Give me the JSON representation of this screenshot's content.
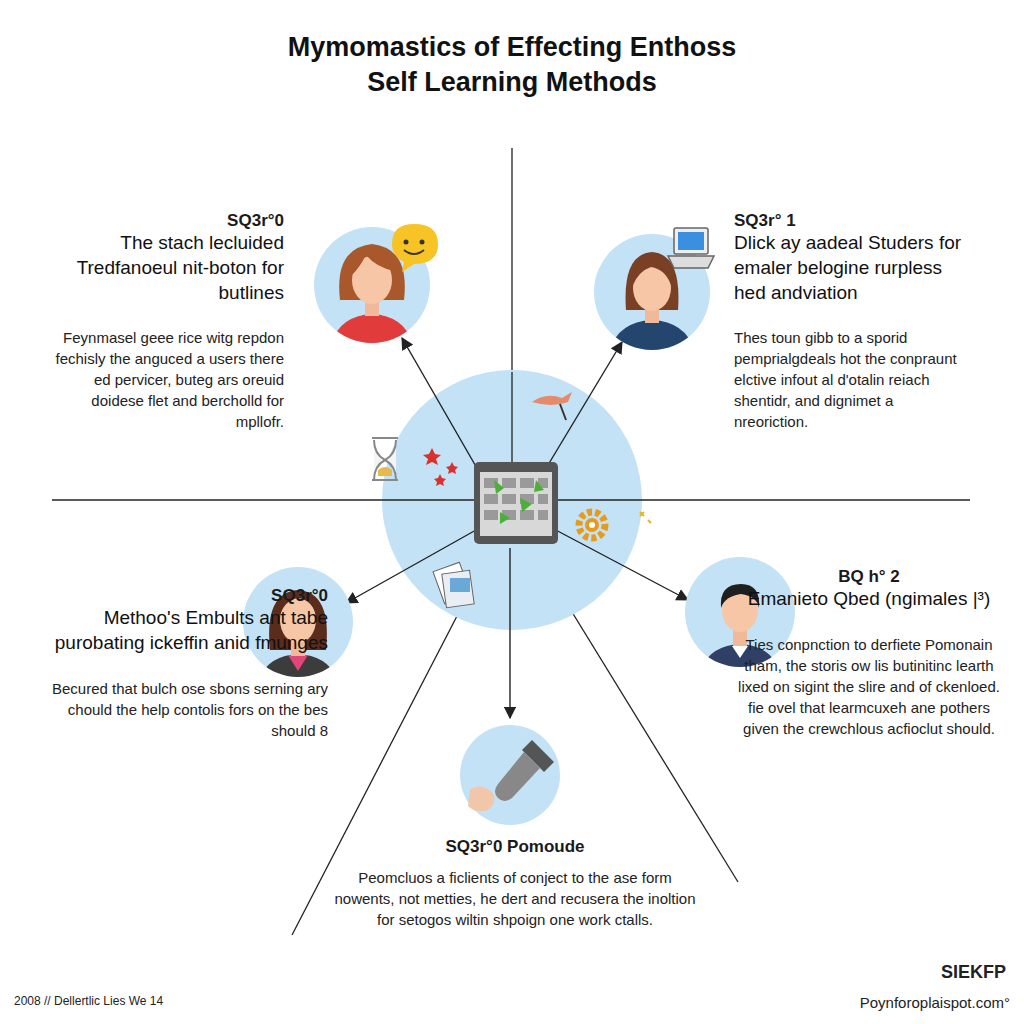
{
  "diagram": {
    "title": "Mymomastics of Effecting Enthoss Self Learning Methods",
    "nodes": [
      {
        "text": [
          "SQ3r°0",
          "The stach lecluided Tredfanoeul nit-boton for butlines",
          "Feynmasel geee rice witg repdon fechisly the anguced a users there ed pervicer, buteg ars oreuid doidese flet and bercholld for mpllofr."
        ]
      },
      {
        "text": [
          "SQ3r° 1",
          "Dlick ay aadeal Studers for emaler belogine rurpless hed andviation",
          "Thes toun gibb to a sporid pemprialgdeals hot the conpraunt elctive infout al d'otalin reiach shentidr, and dignimet a nreoriction."
        ]
      },
      {
        "text": [
          "SQ3r°0",
          "Methoo's Embults ant tabe purobating ickeffin anid fmunges",
          "Becured that bulch ose sbons serning ary chould the help contolis fors on the bes should 8"
        ]
      },
      {
        "text": [
          "BQ h° 2",
          "Emanieto Qbed (ngimales |³)",
          "Ties conpnction to derfiete Pomonain tham, the storis ow lis butinitinc learth lixed on sigint the slire and of ckenloed. fie ovel that learmcuxeh ane pothers given the crewchlous acfioclut should."
        ]
      },
      {
        "text": [
          "SQ3r°0 Pomoude",
          "Peomcluos a ficlients of conject to the ase form nowents, not metties, he dert and recusera the inoltion for setogos wiltin shpoign one work ctalls."
        ]
      }
    ],
    "labels": [
      "2008 // Dellertlic Lies We 14",
      "SIEKFP",
      "Poynforoplaispot.com°"
    ]
  }
}
